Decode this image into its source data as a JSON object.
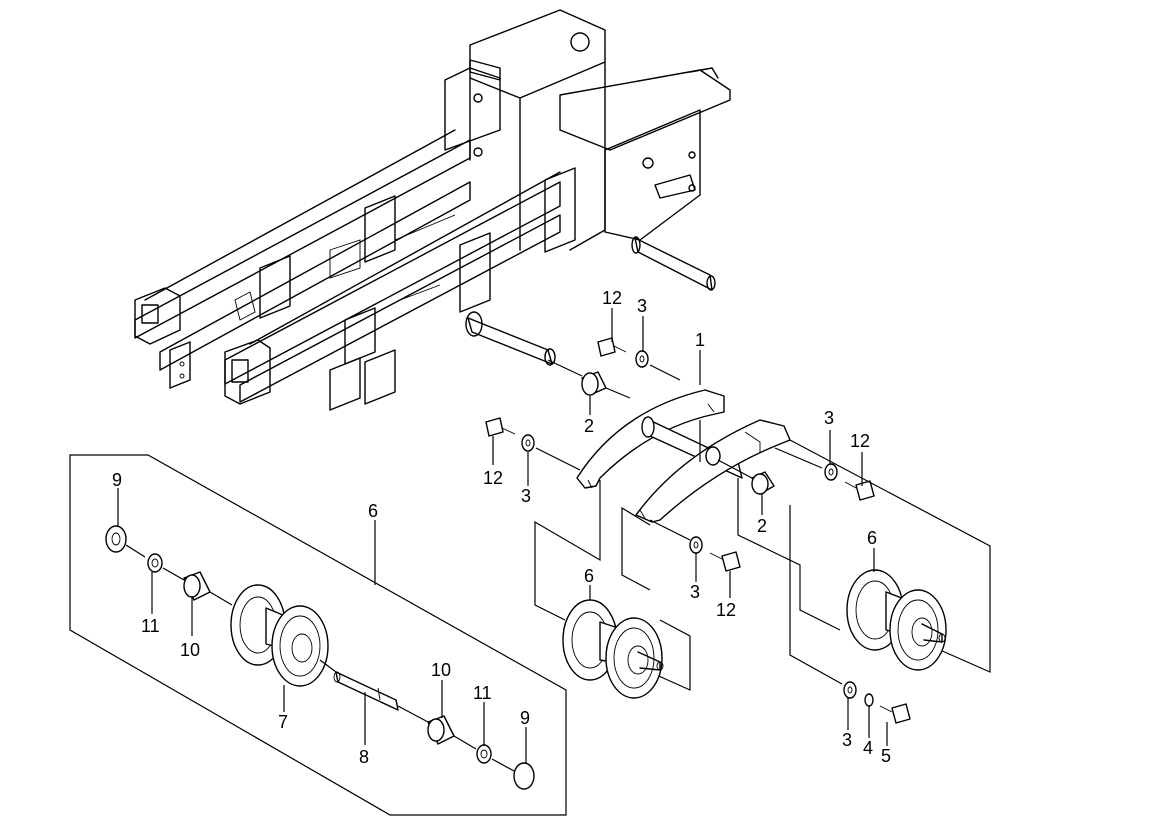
{
  "diagram": {
    "type": "exploded-parts-diagram",
    "callouts": [
      {
        "id": "c-12a",
        "text": "12"
      },
      {
        "id": "c-3a",
        "text": "3"
      },
      {
        "id": "c-1",
        "text": "1"
      },
      {
        "id": "c-2a",
        "text": "2"
      },
      {
        "id": "c-12b",
        "text": "12"
      },
      {
        "id": "c-3b",
        "text": "3"
      },
      {
        "id": "c-3c",
        "text": "3"
      },
      {
        "id": "c-12c",
        "text": "12"
      },
      {
        "id": "c-2b",
        "text": "2"
      },
      {
        "id": "c-6a",
        "text": "6"
      },
      {
        "id": "c-6b",
        "text": "6"
      },
      {
        "id": "c-6c",
        "text": "6"
      },
      {
        "id": "c-3d",
        "text": "3"
      },
      {
        "id": "c-12d",
        "text": "12"
      },
      {
        "id": "c-9a",
        "text": "9"
      },
      {
        "id": "c-11a",
        "text": "11"
      },
      {
        "id": "c-10a",
        "text": "10"
      },
      {
        "id": "c-7",
        "text": "7"
      },
      {
        "id": "c-8",
        "text": "8"
      },
      {
        "id": "c-10b",
        "text": "10"
      },
      {
        "id": "c-11b",
        "text": "11"
      },
      {
        "id": "c-9b",
        "text": "9"
      },
      {
        "id": "c-3e",
        "text": "3"
      },
      {
        "id": "c-4",
        "text": "4"
      },
      {
        "id": "c-5",
        "text": "5"
      }
    ]
  }
}
